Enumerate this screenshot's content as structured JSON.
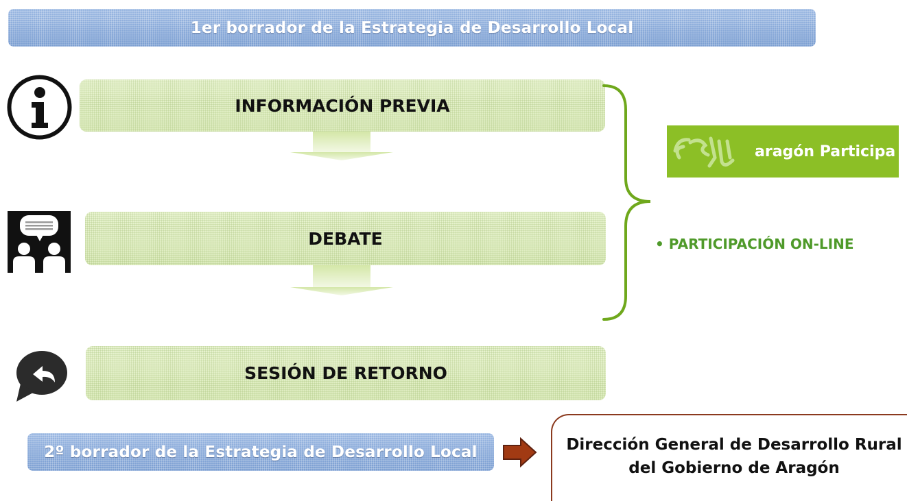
{
  "top_bar": {
    "text": "1er borrador de la Estrategia de Desarrollo Local",
    "color": "#86a9d9"
  },
  "steps": [
    {
      "label": "INFORMACIÓN PREVIA",
      "icon": "info-icon"
    },
    {
      "label": "DEBATE",
      "icon": "meeting-icon"
    },
    {
      "label": "SESIÓN DE RETORNO",
      "icon": "reply-icon"
    }
  ],
  "online": {
    "bullet": "•",
    "label": "PARTICIPACIÓN ON-LINE",
    "color": "#4f9a2a"
  },
  "logo": {
    "text": "aragón Participa",
    "icon": "aragon-participa-logo",
    "color": "#8cbf26"
  },
  "bottom_bar": {
    "text": "2º borrador de la Estrategia de Desarrollo Local"
  },
  "destination": {
    "line1": "Dirección General de Desarrollo Rural",
    "line2": "del Gobierno de Aragón",
    "arrow_color": "#8b3a1e"
  },
  "brace_color": "#6fa81c"
}
